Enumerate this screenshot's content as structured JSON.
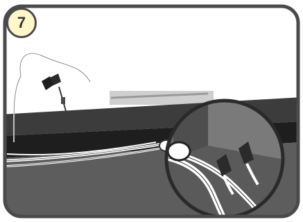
{
  "step": {
    "number": "7"
  },
  "scene": {
    "elements": [
      "outer-frame",
      "wall-background",
      "dark-floor-strip",
      "cable-bundle",
      "wire-connector-clips",
      "magnifier-circle"
    ],
    "colors": {
      "frame_border": "#4a4a4a",
      "badge_fill": "#fff7c9",
      "background_light": "#ffffff",
      "floor_dark": "#2a2a2a",
      "surface_gray": "#5d5d5d",
      "wire": "#ffffff"
    }
  }
}
